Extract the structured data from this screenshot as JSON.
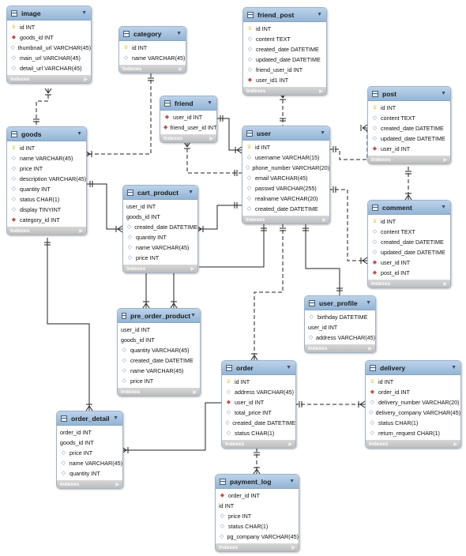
{
  "footer_label": "Indexes",
  "tables": [
    {
      "id": "image",
      "title": "image",
      "columns": [
        {
          "icon": "key",
          "text": "id INT"
        },
        {
          "icon": "fk",
          "text": "goods_id INT"
        },
        {
          "icon": "col",
          "text": "thumbnail_url VARCHAR(45)"
        },
        {
          "icon": "col",
          "text": "main_url VARCHAR(45)"
        },
        {
          "icon": "col",
          "text": "detail_url VARCHAR(45)"
        }
      ]
    },
    {
      "id": "category",
      "title": "category",
      "columns": [
        {
          "icon": "key",
          "text": "id INT"
        },
        {
          "icon": "col",
          "text": "name VARCHAR(45)"
        }
      ]
    },
    {
      "id": "friend_post",
      "title": "friend_post",
      "columns": [
        {
          "icon": "key",
          "text": "id INT"
        },
        {
          "icon": "col",
          "text": "content TEXT"
        },
        {
          "icon": "col",
          "text": "created_date DATETIME"
        },
        {
          "icon": "col",
          "text": "updated_date DATETIME"
        },
        {
          "icon": "col",
          "text": "friend_user_id INT"
        },
        {
          "icon": "fk",
          "text": "user_id1 INT"
        }
      ]
    },
    {
      "id": "friend",
      "title": "friend",
      "columns": [
        {
          "icon": "fk",
          "text": "user_id INT"
        },
        {
          "icon": "fk",
          "text": "friend_user_id INT"
        }
      ]
    },
    {
      "id": "post",
      "title": "post",
      "columns": [
        {
          "icon": "key",
          "text": "id INT"
        },
        {
          "icon": "col",
          "text": "content TEXT"
        },
        {
          "icon": "col",
          "text": "created_date DATETIME"
        },
        {
          "icon": "col",
          "text": "updated_date DATETIME"
        },
        {
          "icon": "fk",
          "text": "user_id INT"
        }
      ]
    },
    {
      "id": "goods",
      "title": "goods",
      "columns": [
        {
          "icon": "key",
          "text": "id INT"
        },
        {
          "icon": "col",
          "text": "name VARCHAR(45)"
        },
        {
          "icon": "col",
          "text": "price INT"
        },
        {
          "icon": "col",
          "text": "description VARCHAR(45)"
        },
        {
          "icon": "col",
          "text": "quantity INT"
        },
        {
          "icon": "col",
          "text": "status CHAR(1)"
        },
        {
          "icon": "col",
          "text": "display TINYINT"
        },
        {
          "icon": "fk",
          "text": "category_id INT"
        }
      ]
    },
    {
      "id": "user",
      "title": "user",
      "columns": [
        {
          "icon": "key",
          "text": "id INT"
        },
        {
          "icon": "col",
          "text": "username VARCHAR(15)"
        },
        {
          "icon": "col",
          "text": "phone_number VARCHAR(20)"
        },
        {
          "icon": "col",
          "text": "email VARCHAR(45)"
        },
        {
          "icon": "col",
          "text": "passwd VARCHAR(255)"
        },
        {
          "icon": "col",
          "text": "realname VARCHAR(20)"
        },
        {
          "icon": "col",
          "text": "created_date DATETIME"
        }
      ]
    },
    {
      "id": "cart_product",
      "title": "cart_product",
      "columns": [
        {
          "icon": "none",
          "text": "user_id INT"
        },
        {
          "icon": "none",
          "text": "goods_id INT"
        },
        {
          "icon": "col",
          "text": "created_date DATETIME"
        },
        {
          "icon": "col",
          "text": "quantity INT"
        },
        {
          "icon": "col",
          "text": "name VARCHAR(45)"
        },
        {
          "icon": "col",
          "text": "price INT"
        }
      ]
    },
    {
      "id": "comment",
      "title": "comment",
      "columns": [
        {
          "icon": "key",
          "text": "id INT"
        },
        {
          "icon": "col",
          "text": "content TEXT"
        },
        {
          "icon": "col",
          "text": "created_date DATETIME"
        },
        {
          "icon": "col",
          "text": "updated_date DATETIME"
        },
        {
          "icon": "fk",
          "text": "user_id INT"
        },
        {
          "icon": "fk",
          "text": "post_id INT"
        }
      ]
    },
    {
      "id": "user_profile",
      "title": "user_profile",
      "columns": [
        {
          "icon": "col",
          "text": "birthday DATETIME"
        },
        {
          "icon": "none",
          "text": "user_id INT"
        },
        {
          "icon": "col",
          "text": "address VARCHAR(45)"
        }
      ]
    },
    {
      "id": "pre_order_product",
      "title": "pre_order_product",
      "columns": [
        {
          "icon": "none",
          "text": "user_id INT"
        },
        {
          "icon": "none",
          "text": "goods_id INT"
        },
        {
          "icon": "col",
          "text": "quantity VARCHAR(45)"
        },
        {
          "icon": "col",
          "text": "created_date DATETIME"
        },
        {
          "icon": "col",
          "text": "name VARCHAR(45)"
        },
        {
          "icon": "col",
          "text": "price INT"
        }
      ]
    },
    {
      "id": "order",
      "title": "order",
      "columns": [
        {
          "icon": "key",
          "text": "id INT"
        },
        {
          "icon": "col",
          "text": "address VARCHAR(45)"
        },
        {
          "icon": "fk",
          "text": "user_id INT"
        },
        {
          "icon": "col",
          "text": "total_price INT"
        },
        {
          "icon": "col",
          "text": "created_date DATETIME"
        },
        {
          "icon": "col",
          "text": "status CHAR(1)"
        }
      ]
    },
    {
      "id": "delivery",
      "title": "delivery",
      "columns": [
        {
          "icon": "key",
          "text": "id INT"
        },
        {
          "icon": "fk",
          "text": "order_id INT"
        },
        {
          "icon": "col",
          "text": "delivery_number VARCHAR(20)"
        },
        {
          "icon": "col",
          "text": "delivery_company VARCHAR(45)"
        },
        {
          "icon": "col",
          "text": "status CHAR(1)"
        },
        {
          "icon": "col",
          "text": "return_request CHAR(1)"
        }
      ]
    },
    {
      "id": "order_detail",
      "title": "order_detail",
      "columns": [
        {
          "icon": "none",
          "text": "order_id INT"
        },
        {
          "icon": "none",
          "text": "goods_id INT"
        },
        {
          "icon": "col",
          "text": "price INT"
        },
        {
          "icon": "col",
          "text": "name VARCHAR(45)"
        },
        {
          "icon": "col",
          "text": "quantity INT"
        }
      ]
    },
    {
      "id": "payment_log",
      "title": "payment_log",
      "columns": [
        {
          "icon": "fk",
          "text": "order_id INT"
        },
        {
          "icon": "none",
          "text": "id INT"
        },
        {
          "icon": "col",
          "text": "price INT"
        },
        {
          "icon": "col",
          "text": "status CHAR(1)"
        },
        {
          "icon": "col",
          "text": "pg_company VARCHAR(45)"
        }
      ]
    }
  ]
}
